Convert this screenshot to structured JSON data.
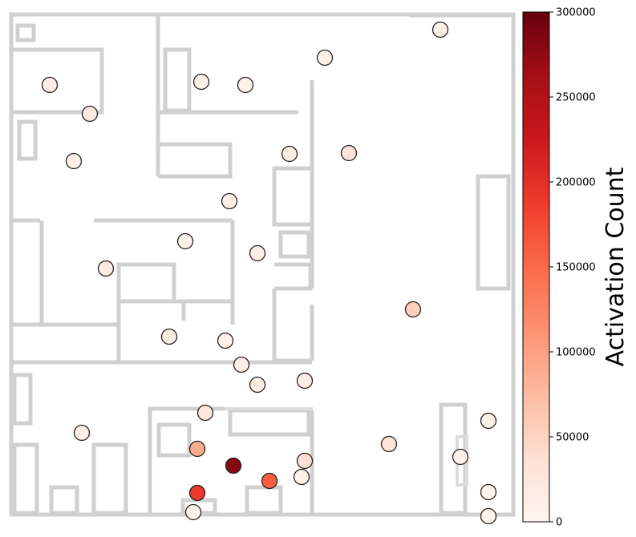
{
  "chart_data": {
    "type": "scatter",
    "title": "",
    "colorbar": {
      "label": "Activation Count",
      "min": 0,
      "max": 300000,
      "ticks": [
        0,
        50000,
        100000,
        150000,
        200000,
        250000,
        300000
      ],
      "tick_labels": [
        "0",
        "50000",
        "100000",
        "150000",
        "200000",
        "250000",
        "300000"
      ],
      "colormap": "Reds"
    },
    "xlim": [
      0,
      626
    ],
    "ylim": [
      0,
      630
    ],
    "grid": false,
    "points": [
      {
        "x": 535,
        "y": 19,
        "count": 12000
      },
      {
        "x": 391,
        "y": 54,
        "count": 8000
      },
      {
        "x": 48,
        "y": 88,
        "count": 14000
      },
      {
        "x": 237,
        "y": 84,
        "count": 10000
      },
      {
        "x": 292,
        "y": 88,
        "count": 9000
      },
      {
        "x": 98,
        "y": 124,
        "count": 22000
      },
      {
        "x": 347,
        "y": 174,
        "count": 16000
      },
      {
        "x": 421,
        "y": 173,
        "count": 30000
      },
      {
        "x": 78,
        "y": 183,
        "count": 9000
      },
      {
        "x": 272,
        "y": 233,
        "count": 14000
      },
      {
        "x": 217,
        "y": 283,
        "count": 9000
      },
      {
        "x": 307,
        "y": 298,
        "count": 12000
      },
      {
        "x": 118,
        "y": 317,
        "count": 17000
      },
      {
        "x": 501,
        "y": 368,
        "count": 55000
      },
      {
        "x": 197,
        "y": 402,
        "count": 16000
      },
      {
        "x": 267,
        "y": 407,
        "count": 9000
      },
      {
        "x": 287,
        "y": 437,
        "count": 10000
      },
      {
        "x": 307,
        "y": 462,
        "count": 16000
      },
      {
        "x": 366,
        "y": 457,
        "count": 13000
      },
      {
        "x": 242,
        "y": 497,
        "count": 22000
      },
      {
        "x": 88,
        "y": 522,
        "count": 11000
      },
      {
        "x": 595,
        "y": 507,
        "count": 9000
      },
      {
        "x": 471,
        "y": 536,
        "count": 30000
      },
      {
        "x": 232,
        "y": 542,
        "count": 90000
      },
      {
        "x": 366,
        "y": 557,
        "count": 35000
      },
      {
        "x": 560,
        "y": 552,
        "count": 8000
      },
      {
        "x": 277,
        "y": 563,
        "count": 280000
      },
      {
        "x": 322,
        "y": 582,
        "count": 160000
      },
      {
        "x": 362,
        "y": 577,
        "count": 9000
      },
      {
        "x": 232,
        "y": 597,
        "count": 190000
      },
      {
        "x": 595,
        "y": 596,
        "count": 4000
      },
      {
        "x": 227,
        "y": 621,
        "count": 3000
      },
      {
        "x": 595,
        "y": 626,
        "count": 2000
      }
    ]
  }
}
